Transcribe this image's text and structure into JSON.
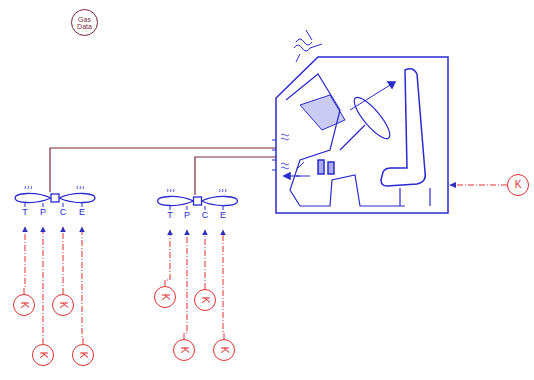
{
  "diagram": {
    "nodes": [
      {
        "text": [
          "Gas Data"
        ]
      },
      {
        "text": [
          "T",
          "P",
          "C",
          "E"
        ]
      },
      {
        "text": [
          "T",
          "P",
          "C",
          "E"
        ]
      },
      {
        "text": [
          "K"
        ]
      },
      {
        "text": [
          "K"
        ]
      },
      {
        "text": [
          "K"
        ]
      },
      {
        "text": [
          "K"
        ]
      },
      {
        "text": [
          "K"
        ]
      },
      {
        "text": [
          "K"
        ]
      },
      {
        "text": [
          "K"
        ]
      },
      {
        "text": [
          "K"
        ]
      },
      {
        "text": [
          "K"
        ]
      }
    ],
    "edges": [
      {
        "from": 4,
        "to": 1,
        "arrow": "to"
      },
      {
        "from": 5,
        "to": 1,
        "arrow": "to"
      },
      {
        "from": 6,
        "to": 1,
        "arrow": "to"
      },
      {
        "from": 7,
        "to": 1,
        "arrow": "to"
      },
      {
        "from": 8,
        "to": 2,
        "arrow": "to"
      },
      {
        "from": 9,
        "to": 2,
        "arrow": "to"
      },
      {
        "from": 10,
        "to": 2,
        "arrow": "to"
      },
      {
        "from": 11,
        "to": 2,
        "arrow": "to"
      }
    ]
  }
}
